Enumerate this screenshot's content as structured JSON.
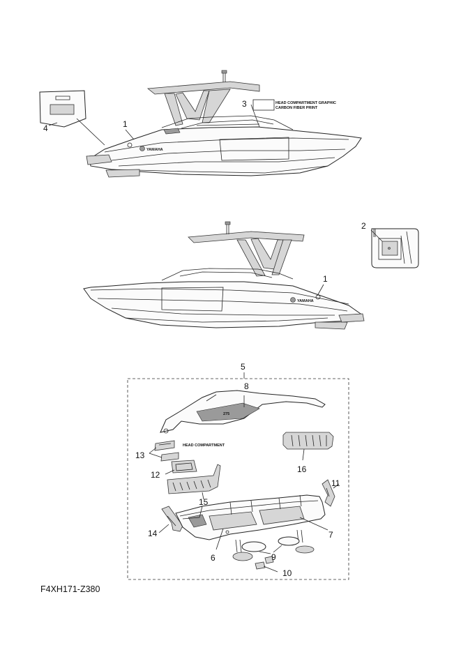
{
  "diagram": {
    "part_code": "F4XH171-Z380",
    "callouts": [
      "1",
      "2",
      "3",
      "4",
      "5",
      "6",
      "7",
      "8",
      "9",
      "10",
      "11",
      "12",
      "13",
      "14",
      "15",
      "16"
    ],
    "label_3_line1": "HEAD COMPARTMENT GRAPHIC",
    "label_3_line2": "CARBON FIBER PRINT",
    "head_compartment_label": "HEAD COMPARTMENT",
    "model_badge": "275",
    "logo_text": "YAMAHA"
  }
}
